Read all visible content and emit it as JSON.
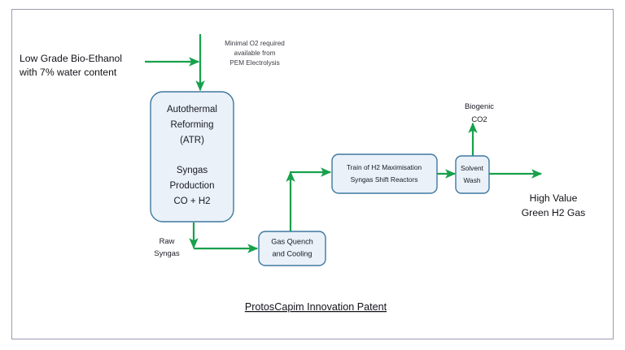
{
  "diagram": {
    "caption": "ProtosCapim Innovation Patent",
    "colors": {
      "flow_arrow": "#17a14c",
      "node_border": "#3f78a0",
      "node_fill": "#eaf1f8",
      "frame_border": "#9c9cb0",
      "text": "#1a1a24"
    },
    "feed": {
      "line1": "Low Grade Bio-Ethanol",
      "line2": "with 7% water content"
    },
    "oxygen_annotation": {
      "line1": "Minimal O2 required",
      "line2": "available from",
      "line3": "PEM Electrolysis"
    },
    "nodes": {
      "atr": {
        "line1": "Autothermal",
        "line2": "Reforming",
        "line3": "(ATR)",
        "line4": "Syngas",
        "line5": "Production",
        "line6": "CO + H2"
      },
      "gas_quench": {
        "line1": "Gas Quench",
        "line2": "and Cooling"
      },
      "shift_reactors": {
        "line1": "Train of H2 Maximisation",
        "line2": "Syngas Shift Reactors"
      },
      "solvent_wash": {
        "line1": "Solvent",
        "line2": "Wash"
      }
    },
    "streams": {
      "raw_syngas_line1": "Raw",
      "raw_syngas_line2": "Syngas",
      "biogenic_co2_line1": "Biogenic",
      "biogenic_co2_line2": "CO2",
      "product_line1": "High Value",
      "product_line2": "Green H2 Gas"
    }
  }
}
